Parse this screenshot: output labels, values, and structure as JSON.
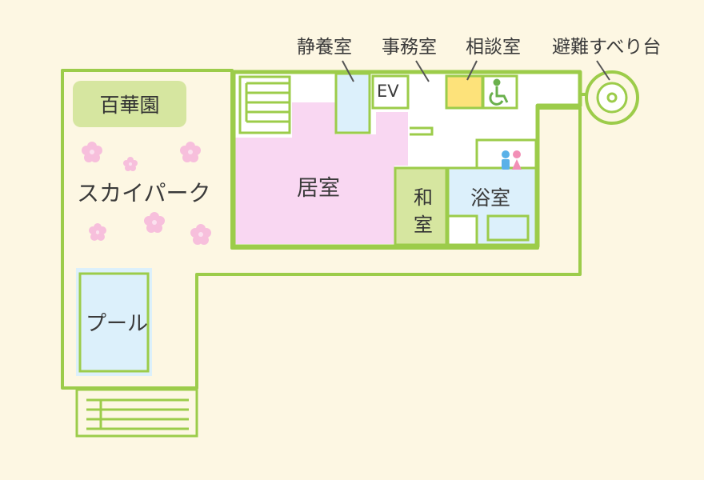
{
  "labels": {
    "quiet_room": "静養室",
    "office": "事務室",
    "consultation": "相談室",
    "escape_slide": "避難すべり台",
    "ev": "EV",
    "living_room": "居室",
    "japanese_room_line1": "和",
    "japanese_room_line2": "室",
    "bathroom": "浴室",
    "garden_badge": "百華園",
    "sky_park": "スカイパーク",
    "pool": "プール"
  },
  "colors": {
    "background": "#fdf7e3",
    "wall": "#9ccc4a",
    "living_room": "#f9d7f2",
    "light_blue_room": "#dcf0fb",
    "consultation": "#fde27a",
    "japanese_room": "#d6e6a0",
    "flower": "#f7bfdc",
    "accessible_green": "#6ab04c"
  },
  "icons": [
    "wheelchair-icon",
    "restroom-icon",
    "flower-icon",
    "spiral-slide-icon",
    "stairs-icon"
  ]
}
